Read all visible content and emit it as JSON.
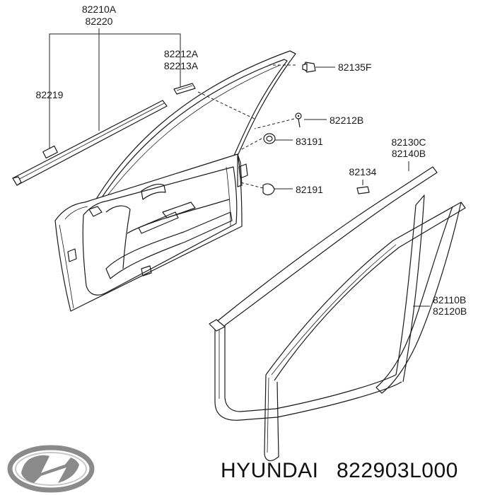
{
  "callouts": {
    "p82210A": "82210A",
    "p82220": "82220",
    "p82212A": "82212A",
    "p82213A": "82213A",
    "p82219": "82219",
    "p82135F": "82135F",
    "p82212B": "82212B",
    "p83191": "83191",
    "p82191": "82191",
    "p82130C": "82130C",
    "p82140B": "82140B",
    "p82134": "82134",
    "p82110B": "82110B",
    "p82120B": "82120B"
  },
  "footer": {
    "brand": "HYUNDAI",
    "part_number": "822903L000"
  },
  "icons": {
    "logo": "hyundai-logo-icon"
  }
}
